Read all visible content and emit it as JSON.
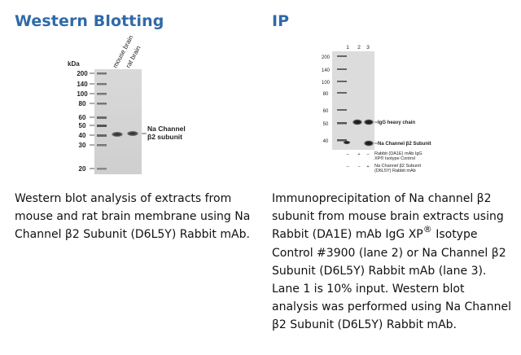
{
  "left": {
    "title": "Western Blotting",
    "blot": {
      "kda_label": "kDa",
      "markers": [
        "200",
        "140",
        "100",
        "80",
        "60",
        "50",
        "40",
        "30",
        "20"
      ],
      "lanes": [
        "mouse brain",
        "rat brain"
      ],
      "band_label_line1": "Na Channel",
      "band_label_line2": "β2 subunit"
    },
    "caption": "Western blot analysis of extracts from mouse and rat brain membrane using Na Channel β2 Subunit (D6L5Y) Rabbit mAb."
  },
  "right": {
    "title": "IP",
    "blot": {
      "lane_numbers": [
        "1",
        "2",
        "3"
      ],
      "markers": [
        "200",
        "140",
        "100",
        "80",
        "60",
        "50",
        "40"
      ],
      "band_label_igg": "IgG heavy chain",
      "band_label_na": "Na Channel β2 Subunit",
      "row1_signs": [
        "–",
        "+",
        "–"
      ],
      "row1_label_line1": "Rabbit (DA1E) mAb IgG",
      "row1_label_line2": "XP® Isotype Control",
      "row2_signs": [
        "–",
        "–",
        "+"
      ],
      "row2_label_line1": "Na Channel β2 Subunit",
      "row2_label_line2": "(D6L5Y) Rabbit mAb"
    },
    "caption_before_sup": "Immunoprecipitation of Na channel β2 subunit from mouse brain extracts using Rabbit (DA1E) mAb IgG XP",
    "caption_sup": "®",
    "caption_after_sup": " Isotype Control #3900 (lane 2) or Na Channel β2 Subunit (D6L5Y) Rabbit mAb (lane 3). Lane 1 is 10% input. Western blot analysis was performed using Na Channel β2 Subunit (D6L5Y) Rabbit mAb."
  }
}
